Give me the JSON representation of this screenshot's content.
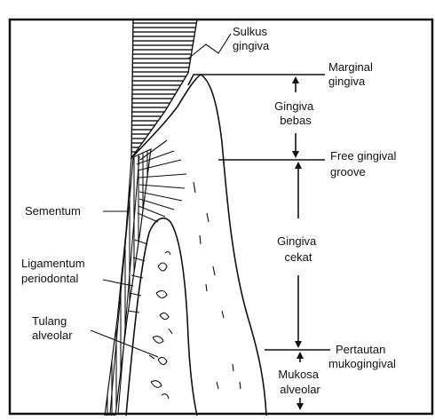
{
  "labels": {
    "sulkus_gingiva": [
      "Sulkus",
      "gingiva"
    ],
    "marginal_gingiva": [
      "Marginal",
      "gingiva"
    ],
    "gingiva_bebas": [
      "Gingiva",
      "bebas"
    ],
    "free_gingival_groove": [
      "Free gingival",
      "groove"
    ],
    "sementum": [
      "Sementum"
    ],
    "gingiva_cekat": [
      "Gingiva",
      "cekat"
    ],
    "ligamentum_periodontal": [
      "Ligamentum",
      "periodontal"
    ],
    "tulang_alveolar": [
      "Tulang",
      "alveolar"
    ],
    "pertautan_mukogingival": [
      "Pertautan",
      "mukogingival"
    ],
    "mukosa_alveolar": [
      "Mukosa",
      "alveolar"
    ]
  },
  "colors": {
    "ink": "#111111",
    "background": "#ffffff"
  }
}
